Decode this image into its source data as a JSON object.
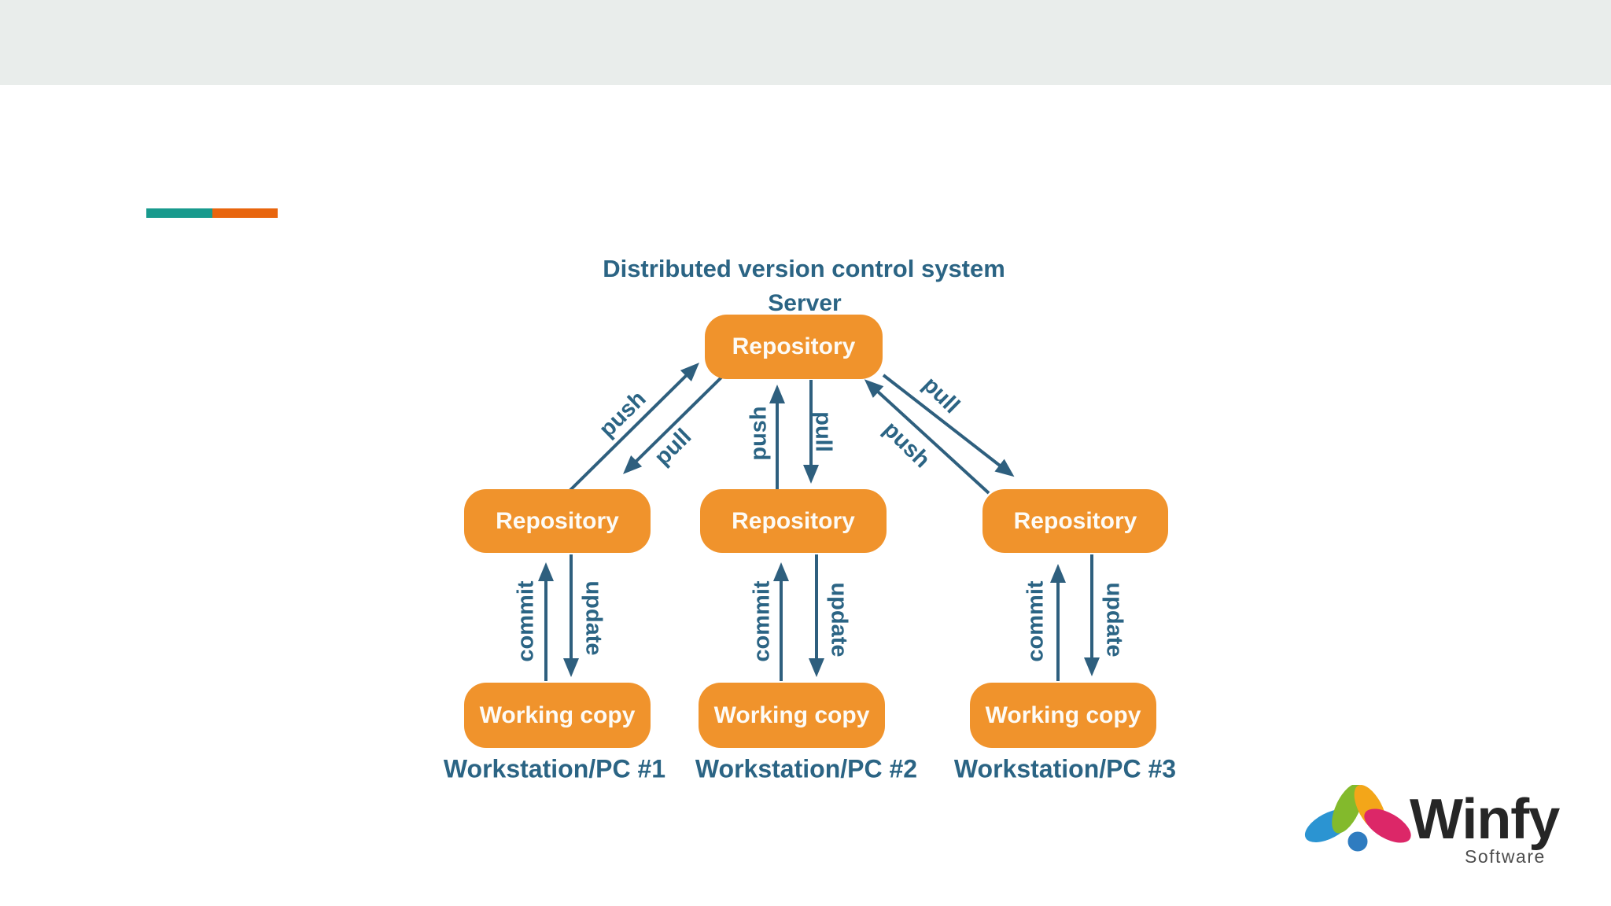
{
  "slide": {
    "title": "Distributed version control system",
    "server_caption": "Server"
  },
  "diagram": {
    "server_node": {
      "label": "Repository"
    },
    "links": {
      "left": {
        "push_label": "push",
        "pull_label": "pull"
      },
      "middle": {
        "push_label": "push",
        "pull_label": "pull"
      },
      "right": {
        "pull_label": "pull",
        "push_label": "push"
      }
    },
    "columns": [
      {
        "repo_label": "Repository",
        "commit_label": "commit",
        "update_label": "update",
        "working_label": "Working copy",
        "workstation_caption": "Workstation/PC #1"
      },
      {
        "repo_label": "Repository",
        "commit_label": "commit",
        "update_label": "update",
        "working_label": "Working copy",
        "workstation_caption": "Workstation/PC #2"
      },
      {
        "repo_label": "Repository",
        "commit_label": "commit",
        "update_label": "update",
        "working_label": "Working copy",
        "workstation_caption": "Workstation/PC #3"
      }
    ]
  },
  "logo": {
    "brand": "Winfy",
    "subtitle": "Software"
  },
  "colors": {
    "node_orange": "#F0932C",
    "label_teal": "#2B6484",
    "arrow_blue": "#2E5F7E",
    "accent_teal": "#189A8D",
    "accent_orange": "#E8650E",
    "topbar_gray": "#E9EDEB",
    "logo_blue_petal": "#2B94D2",
    "logo_green_petal": "#83BA2C",
    "logo_yellow_petal": "#F3A619",
    "logo_pink_petal": "#DC2768",
    "logo_center_blue": "#2F7CC0"
  }
}
